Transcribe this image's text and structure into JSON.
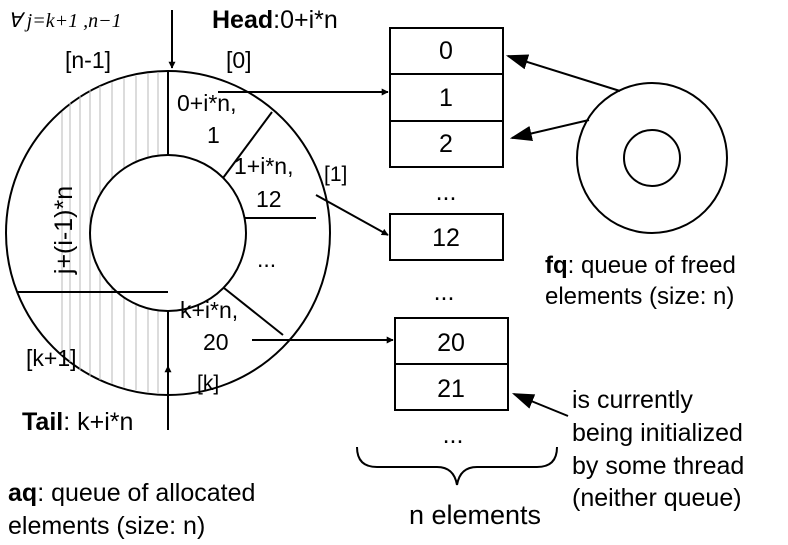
{
  "top_label": {
    "forall_prefix": "∀ j=k+1 ,n−1"
  },
  "head": {
    "bold": "Head",
    "rest": ":0+i*n"
  },
  "tail": {
    "bold": "Tail",
    "rest": ": k+i*n"
  },
  "indices": {
    "n_minus_1": "[n-1]",
    "zero": "[0]",
    "one": "[1]",
    "k": "[k]",
    "k_plus_1": "[k+1]"
  },
  "ring_slots": {
    "slot0_line1": "0+i*n,",
    "slot0_line2": "1",
    "slot1_line1": "1+i*n,",
    "slot1_line2": "12",
    "slot_dots": "...",
    "slotk_line1": "k+i*n,",
    "slotk_line2": "20",
    "vertical_expr": "j+(i-1)*n"
  },
  "elements": {
    "box0": "0",
    "box1": "1",
    "box2": "2",
    "dots_a": "...",
    "box12": "12",
    "dots_b": "...",
    "box20": "20",
    "box21": "21",
    "dots_c": "...",
    "n_elements": "n elements"
  },
  "fq": {
    "bold": "fq",
    "rest": ": queue of freed",
    "line2": "elements (size: n)"
  },
  "aq": {
    "bold": "aq",
    "rest": ": queue of allocated",
    "line2": "elements (size: n)"
  },
  "init_note": {
    "line1": "is currently",
    "line2": "being initialized",
    "line3": "by some thread",
    "line4": "(neither queue)"
  }
}
